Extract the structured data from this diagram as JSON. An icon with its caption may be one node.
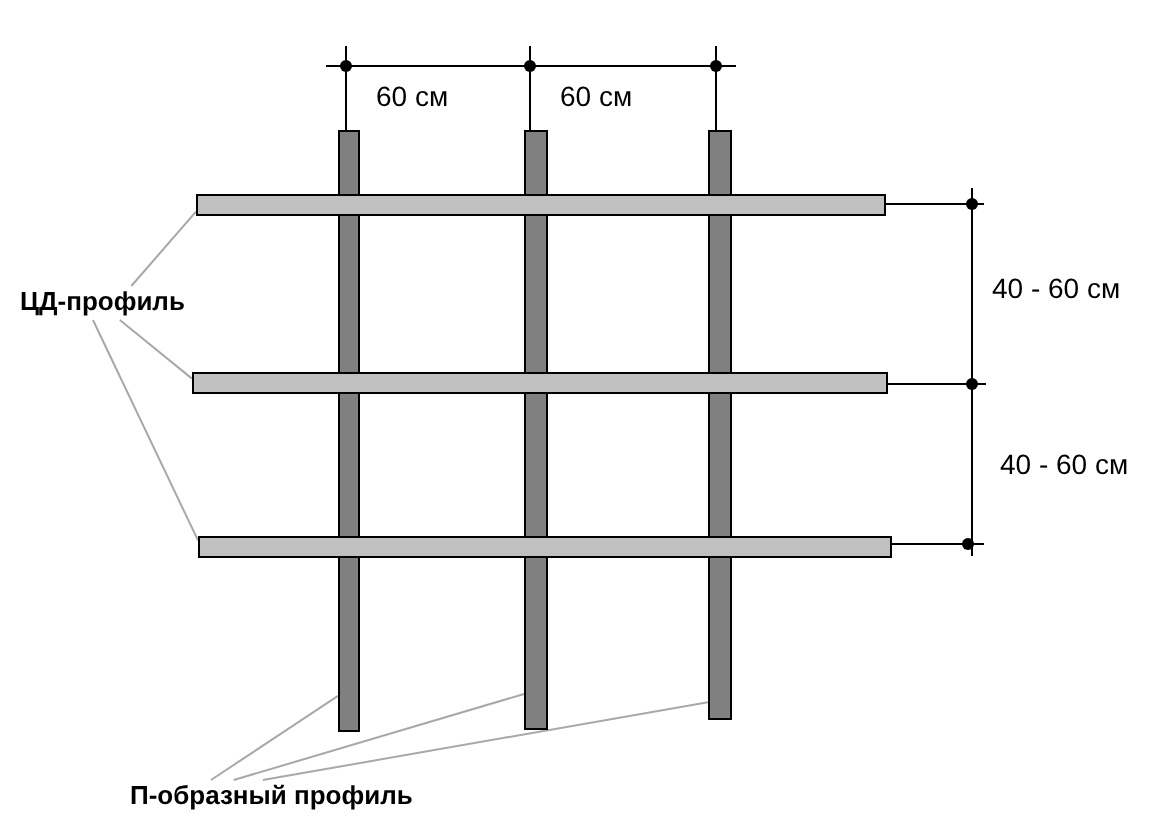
{
  "diagram": {
    "nodes": [
      {
        "text": [
          "ЦД-профиль"
        ]
      },
      {
        "text": [],
        "shape": "bar"
      },
      {
        "text": [],
        "shape": "bar"
      },
      {
        "text": [],
        "shape": "bar"
      },
      {
        "text": [
          "П-образный профиль"
        ]
      },
      {
        "text": [],
        "shape": "bar"
      },
      {
        "text": [],
        "shape": "bar"
      },
      {
        "text": [],
        "shape": "bar"
      }
    ],
    "edges": [
      {
        "from": 0,
        "to": 1,
        "arrow": "none"
      },
      {
        "from": 0,
        "to": 2,
        "arrow": "none"
      },
      {
        "from": 0,
        "to": 3,
        "arrow": "none"
      },
      {
        "from": 4,
        "to": 5,
        "arrow": "none"
      },
      {
        "from": 4,
        "to": 6,
        "arrow": "none"
      },
      {
        "from": 4,
        "to": 7,
        "arrow": "none"
      }
    ],
    "labels": [
      "60 см",
      "60 см",
      "40 - 60 см",
      "40 - 60 см"
    ]
  }
}
